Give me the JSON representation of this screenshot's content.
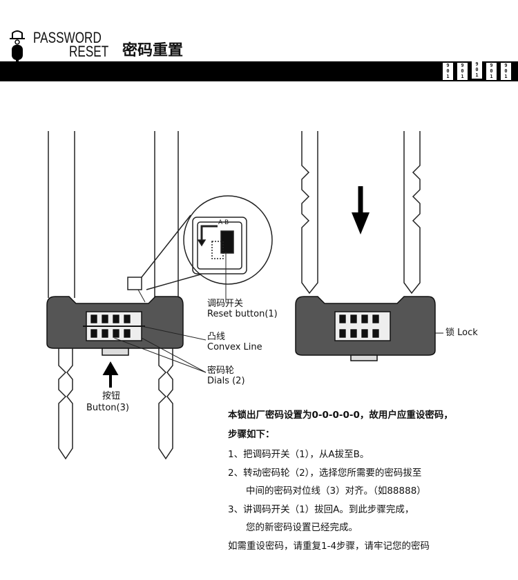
{
  "header": {
    "title_en_line1": "PASSWORD",
    "title_en_line2": "RESET",
    "title_cn": "密码重置",
    "logo_icon": "lock-icon",
    "dials": [
      [
        "9",
        "0",
        "1"
      ],
      [
        "9",
        "0",
        "1"
      ],
      [
        "9",
        "0",
        "1"
      ],
      [
        "9",
        "0",
        "1"
      ],
      [
        "9",
        "0",
        "1"
      ]
    ]
  },
  "diagram": {
    "magnifier_letters": {
      "a": "A",
      "b": "B"
    },
    "labels": {
      "reset_cn": "调码开关",
      "reset_en": "Reset button(1)",
      "convex_cn": "凸线",
      "convex_en": "Convex Line",
      "dials_cn": "密码轮",
      "dials_en": "Dials (2)",
      "button_cn": "按钮",
      "button_en": "Button(3)",
      "lock": "锁 Lock"
    }
  },
  "instructions": {
    "intro": "本锁出厂密码设置为0-0-0-0-0，故用户应重设密码，",
    "steps_heading": "步骤如下：",
    "step1": "1、把调码开关（1），从A拔至B。",
    "step2_a": "2、转动密码轮（2），选择您所需要的密码拔至",
    "step2_b": "中间的密码对位线（3）对齐。（如88888）",
    "step3_a": "3、讲调码开关（1）拔回A。到此步骤完成，",
    "step3_b": "您的新密码设置已经完成。",
    "footer": "如需重设密码，请重复1-4步骤，请牢记您的密码"
  }
}
